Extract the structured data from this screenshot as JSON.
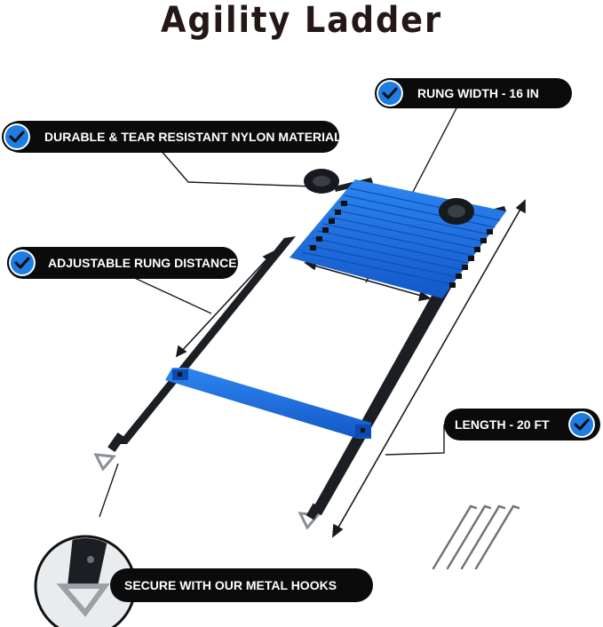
{
  "title": "Agility Ladder",
  "callouts": {
    "rung_width": "RUNG WIDTH - 16 IN",
    "material": "DURABLE & TEAR RESISTANT NYLON MATERIAL",
    "rung_distance": "ADJUSTABLE RUNG DISTANCE",
    "length": "LENGTH - 20 FT",
    "hooks": "SECURE WITH OUR METAL HOOKS"
  },
  "colors": {
    "rung_blue": "#1a6fe0",
    "check_blue": "#1e7de0",
    "strap_black": "#1b1f24",
    "pill_black": "#0b0b0b"
  },
  "icons": [
    "check-icon",
    "metal-hook-icon",
    "ground-stake-icon"
  ]
}
